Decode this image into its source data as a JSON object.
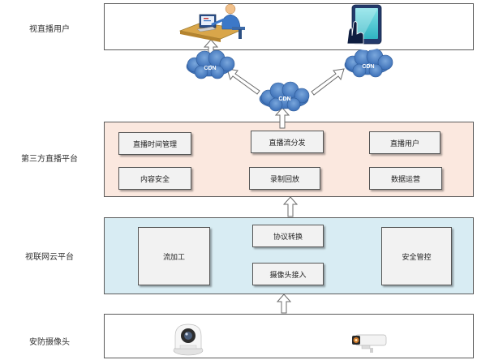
{
  "tiers": {
    "users": "视直播用户",
    "third_party": "第三方直播平台",
    "cloud": "视联网云平台",
    "camera": "安防摄像头"
  },
  "cdn": {
    "label": "CDN"
  },
  "third_party_modules": {
    "live_time_mgmt": "直播时间管理",
    "stream_dist": "直播流分发",
    "live_users": "直播用户",
    "content_security": "内容安全",
    "record_playback": "录制回放",
    "data_ops": "数据运营"
  },
  "cloud_modules": {
    "stream_processing": "流加工",
    "protocol_conversion": "协议转换",
    "camera_access": "摄像头接入",
    "security_control": "安全管控"
  },
  "icons": {
    "user_desktop": "desktop-user-icon",
    "user_tablet": "tablet-touch-icon",
    "dome_camera": "dome-camera-icon",
    "bullet_camera": "bullet-camera-icon"
  }
}
